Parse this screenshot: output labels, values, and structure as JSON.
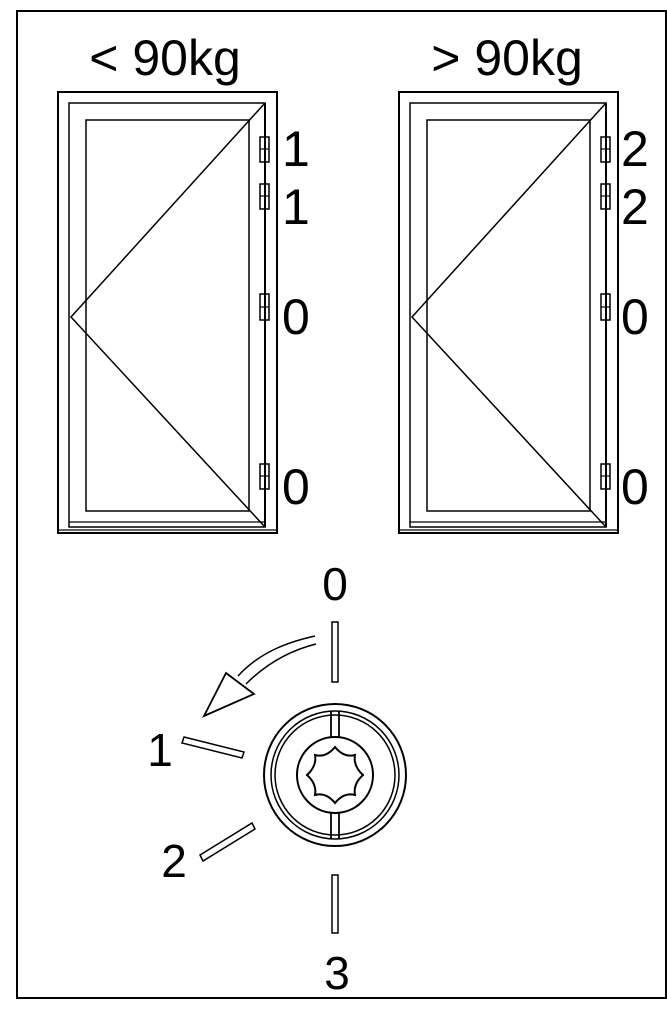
{
  "doors": [
    {
      "weight_label": "< 90kg",
      "hinge_settings": [
        "1",
        "1",
        "0",
        "0"
      ]
    },
    {
      "weight_label": "> 90kg",
      "hinge_settings": [
        "2",
        "2",
        "0",
        "0"
      ]
    }
  ],
  "adjustment_dial": {
    "position_labels": [
      "0",
      "1",
      "2",
      "3"
    ]
  }
}
